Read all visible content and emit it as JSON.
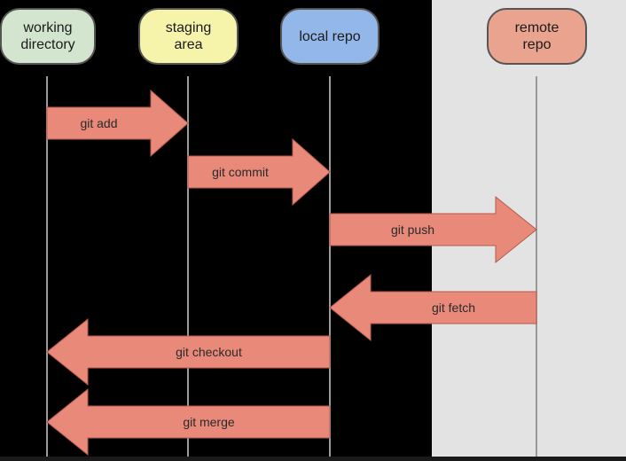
{
  "nodes": [
    {
      "id": "working-directory",
      "label": "working\ndirectory",
      "color": "#d3e4cf"
    },
    {
      "id": "staging-area",
      "label": "staging\narea",
      "color": "#f6f4ab"
    },
    {
      "id": "local-repo",
      "label": "local repo",
      "color": "#94b7ea"
    },
    {
      "id": "remote-repo",
      "label": "remote\nrepo",
      "color": "#e9a38f"
    }
  ],
  "arrows": [
    {
      "id": "git-add",
      "label": "git add",
      "from": "working-directory",
      "to": "staging-area"
    },
    {
      "id": "git-commit",
      "label": "git commit",
      "from": "staging-area",
      "to": "local-repo"
    },
    {
      "id": "git-push",
      "label": "git push",
      "from": "local-repo",
      "to": "remote-repo"
    },
    {
      "id": "git-fetch",
      "label": "git fetch",
      "from": "remote-repo",
      "to": "local-repo"
    },
    {
      "id": "git-checkout",
      "label": "git checkout",
      "from": "local-repo",
      "to": "working-directory"
    },
    {
      "id": "git-merge",
      "label": "git merge",
      "from": "local-repo",
      "to": "working-directory"
    }
  ],
  "colors": {
    "arrow_fill": "#e8897a",
    "arrow_stroke": "#b45a4c",
    "remote_panel": "#e3e3e3",
    "lifeline": "#9a9a9a"
  }
}
